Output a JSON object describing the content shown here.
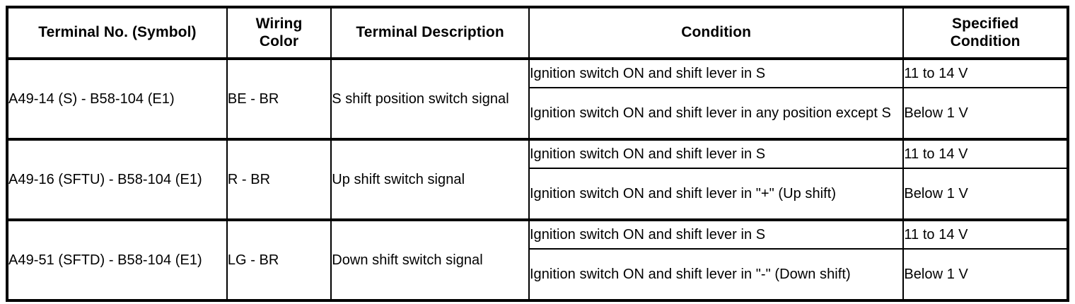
{
  "table": {
    "headers": [
      {
        "id": "terminal-no",
        "lines": [
          "Terminal No. (Symbol)"
        ]
      },
      {
        "id": "wiring-color",
        "lines": [
          "Wiring",
          "Color"
        ]
      },
      {
        "id": "terminal-description",
        "lines": [
          "Terminal Description"
        ]
      },
      {
        "id": "condition",
        "lines": [
          "Condition"
        ]
      },
      {
        "id": "specified-condition",
        "lines": [
          "Specified",
          "Condition"
        ]
      }
    ],
    "rows": [
      {
        "terminal_no": "A49-14 (S) - B58-104 (E1)",
        "wiring_color": "BE - BR",
        "terminal_description": "S shift position switch signal",
        "conditions": [
          {
            "condition": "Ignition switch ON and shift lever in S",
            "specified_condition": "11 to 14 V"
          },
          {
            "condition": "Ignition switch ON and shift lever in any position except S",
            "specified_condition": "Below 1 V"
          }
        ]
      },
      {
        "terminal_no": "A49-16 (SFTU) - B58-104 (E1)",
        "wiring_color": "R - BR",
        "terminal_description": "Up shift switch signal",
        "conditions": [
          {
            "condition": "Ignition switch ON and shift lever in S",
            "specified_condition": "11 to 14 V"
          },
          {
            "condition": "Ignition switch ON and shift lever in \"+\" (Up shift)",
            "specified_condition": "Below 1 V"
          }
        ]
      },
      {
        "terminal_no": "A49-51 (SFTD) - B58-104 (E1)",
        "wiring_color": "LG - BR",
        "terminal_description": "Down shift switch signal",
        "conditions": [
          {
            "condition": "Ignition switch ON and shift lever in S",
            "specified_condition": "11 to 14 V"
          },
          {
            "condition": "Ignition switch ON and shift lever in \"-\" (Down shift)",
            "specified_condition": "Below 1 V"
          }
        ]
      }
    ]
  },
  "colors": {
    "border": "#000000",
    "text": "#000000",
    "background": "#ffffff"
  }
}
